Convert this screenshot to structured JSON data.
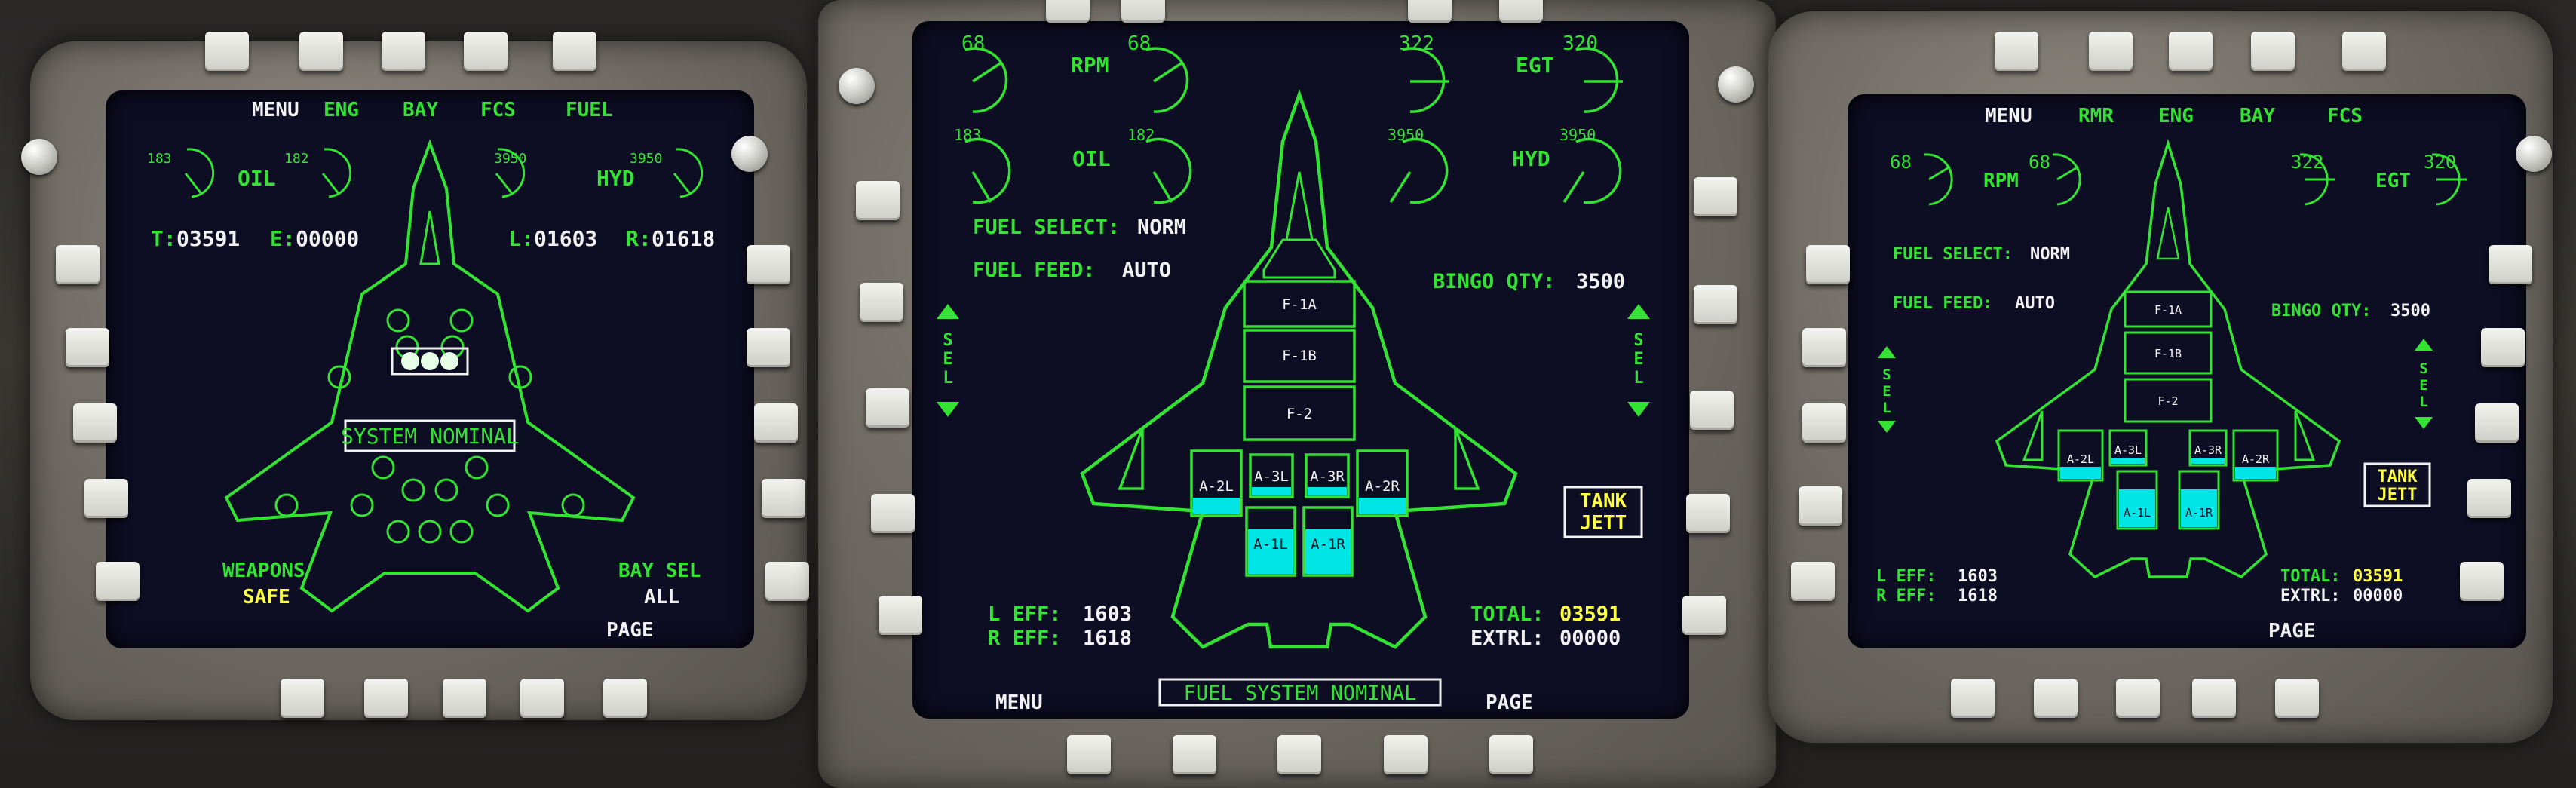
{
  "left_mfd": {
    "top_buttons": [
      "MENU",
      "ENG",
      "BAY",
      "FCS",
      "FUEL"
    ],
    "gauges": {
      "oil_l": "183",
      "oil_r": "182",
      "oil_label": "OIL",
      "hyd_l": "3950",
      "hyd_r": "3950",
      "hyd_label": "HYD"
    },
    "fuel_t_label": "T:",
    "fuel_t_value": "03591",
    "fuel_e_label": "E:",
    "fuel_e_value": "00000",
    "fuel_l_label": "L:",
    "fuel_l_value": "01603",
    "fuel_r_label": "R:",
    "fuel_r_value": "01618",
    "status": "SYSTEM NOMINAL",
    "weapons_label": "WEAPONS",
    "weapons_value": "SAFE",
    "bay_sel_label": "BAY SEL",
    "bay_sel_value": "ALL",
    "page_label": "PAGE"
  },
  "center_mfd": {
    "rpm_l": "68",
    "rpm_r": "68",
    "rpm_label": "RPM",
    "egt_l": "322",
    "egt_r": "320",
    "egt_label": "EGT",
    "oil_l": "183",
    "oil_r": "182",
    "oil_label": "OIL",
    "hyd_l": "3950",
    "hyd_r": "3950",
    "hyd_label": "HYD",
    "fuel_select_label": "FUEL SELECT:",
    "fuel_select_value": "NORM",
    "fuel_feed_label": "FUEL FEED:",
    "fuel_feed_value": "AUTO",
    "bingo_label": "BINGO QTY:",
    "bingo_value": "3500",
    "sel_label": [
      "S",
      "E",
      "L"
    ],
    "tanks": [
      "F-1A",
      "F-1B",
      "F-2",
      "A-2L",
      "A-3L",
      "A-3R",
      "A-2R",
      "A-1L",
      "A-1R"
    ],
    "tank_jett": [
      "TANK",
      "JETT"
    ],
    "l_eff_label": "L EFF:",
    "l_eff_value": "1603",
    "r_eff_label": "R EFF:",
    "r_eff_value": "1618",
    "total_label": "TOTAL:",
    "total_value": "03591",
    "extrl_label": "EXTRL:",
    "extrl_value": "00000",
    "status": "FUEL SYSTEM NOMINAL",
    "menu_label": "MENU",
    "page_label": "PAGE"
  },
  "right_mfd": {
    "top_buttons": [
      "MENU",
      "RMR",
      "ENG",
      "BAY",
      "FCS"
    ],
    "rpm_l": "68",
    "rpm_r": "68",
    "rpm_label": "RPM",
    "egt_l": "322",
    "egt_r": "320",
    "egt_label": "EGT",
    "fuel_select_label": "FUEL SELECT:",
    "fuel_select_value": "NORM",
    "fuel_feed_label": "FUEL FEED:",
    "fuel_feed_value": "AUTO",
    "bingo_label": "BINGO QTY:",
    "bingo_value": "3500",
    "sel_label": [
      "S",
      "E",
      "L"
    ],
    "tanks": [
      "F-1A",
      "F-1B",
      "F-2",
      "A-2L",
      "A-3L",
      "A-3R",
      "A-2R",
      "A-1L",
      "A-1R"
    ],
    "tank_jett": [
      "TANK",
      "JETT"
    ],
    "l_eff_label": "L EFF:",
    "l_eff_value": "1603",
    "r_eff_label": "R EFF:",
    "r_eff_value": "1618",
    "total_label": "TOTAL:",
    "total_value": "03591",
    "extrl_label": "EXTRL:",
    "extrl_value": "00000",
    "page_label": "PAGE"
  },
  "colors": {
    "screen_bg": "#0d0d24",
    "symbology_green": "#33e233",
    "text_white": "#f2f2f2",
    "caution_yellow": "#ffff44",
    "fuel_cyan": "#00e5e5",
    "bezel": "#726d66"
  }
}
